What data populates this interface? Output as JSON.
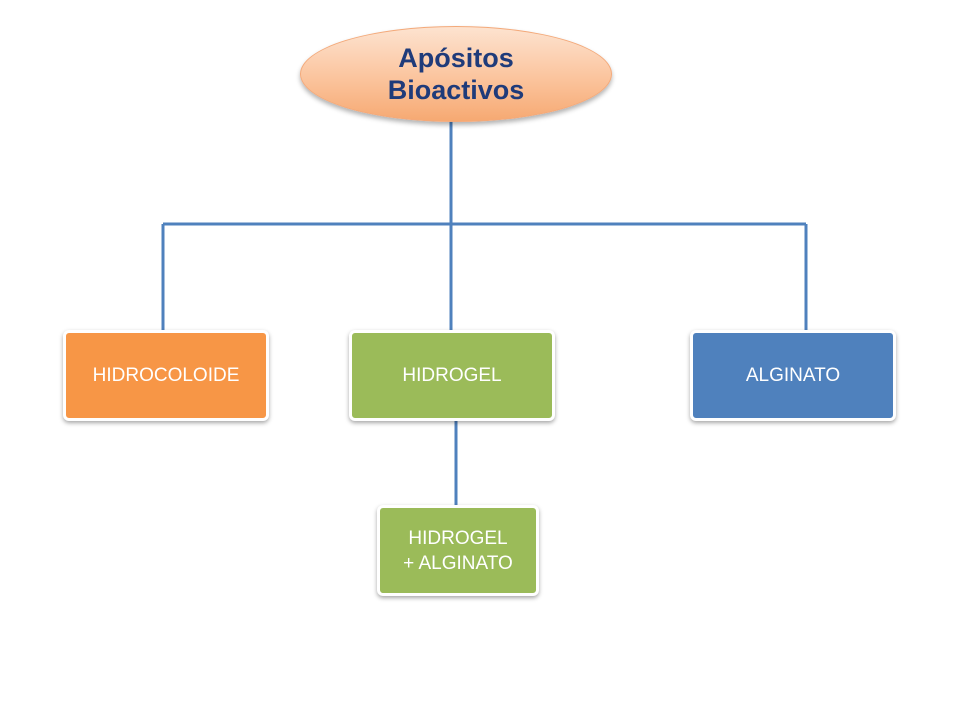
{
  "root": {
    "line1": "Apósitos",
    "line2": "Bioactivos"
  },
  "children": [
    {
      "label": "HIDROCOLOIDE"
    },
    {
      "label": "HIDROGEL"
    },
    {
      "label": "ALGINATO"
    }
  ],
  "sub_child": {
    "line1": "HIDROGEL",
    "line2": "+ ALGINATO"
  },
  "colors": {
    "connector": "#4f81bd",
    "root_text": "#1f3b7a",
    "hidrocoloide": "#f79646",
    "hidrogel": "#9bbb59",
    "alginato": "#4f81bd"
  }
}
